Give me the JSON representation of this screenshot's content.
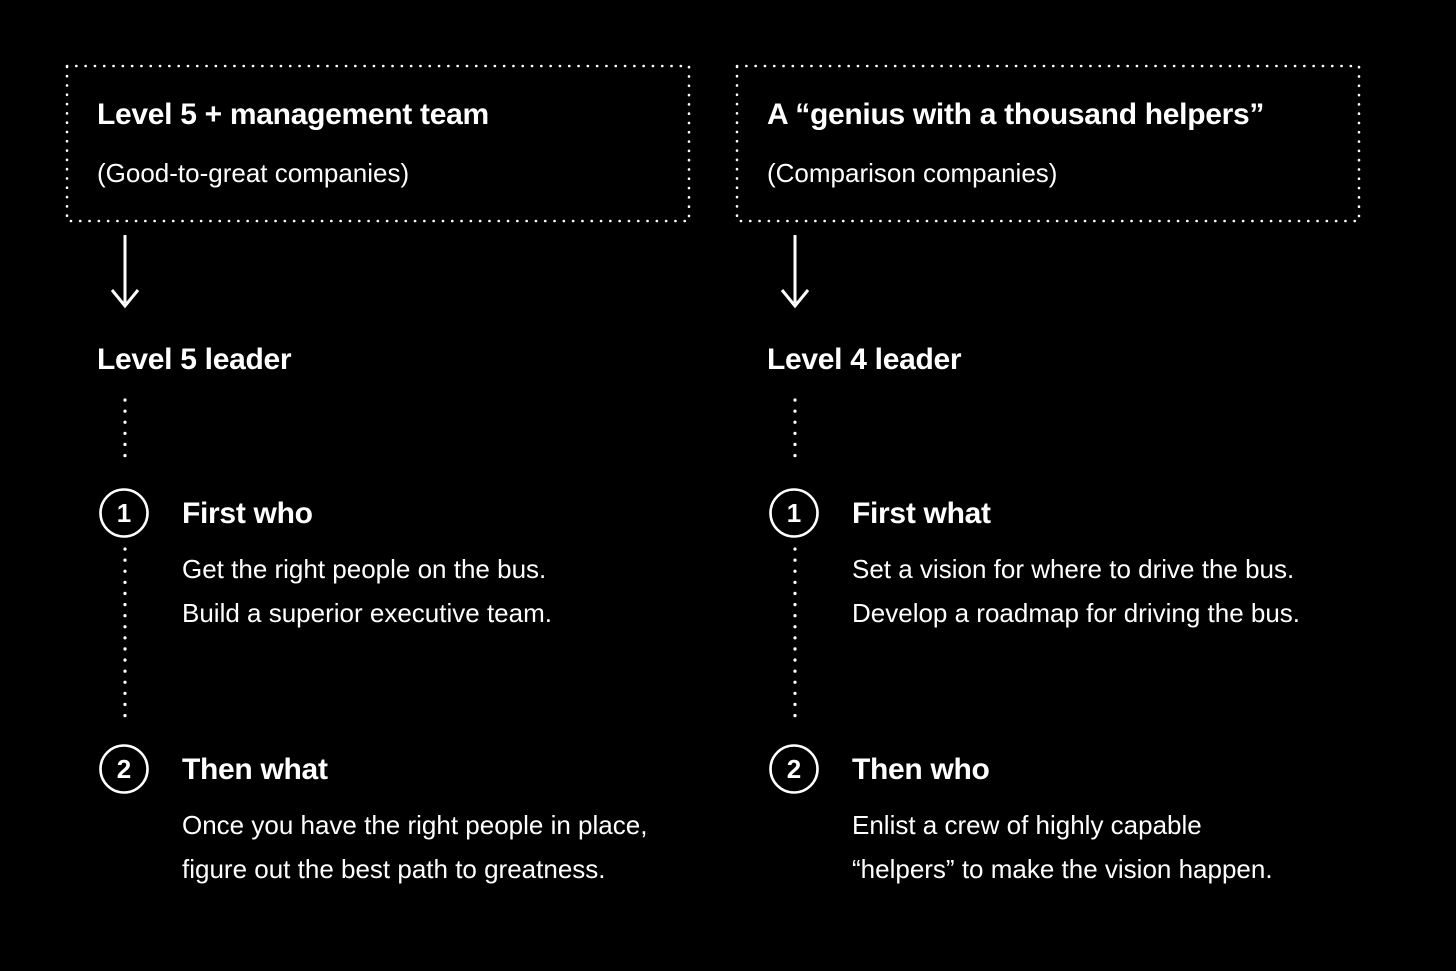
{
  "canvas": {
    "background_color": "#000000",
    "foreground_color": "#ffffff"
  },
  "columns": [
    {
      "id": "good-to-great",
      "box": {
        "title": "Level 5 + management team",
        "subtitle": "(Good-to-great companies)"
      },
      "leader": "Level 5 leader",
      "steps": [
        {
          "number": "1",
          "title": "First who",
          "lines": [
            "Get the right people on the bus.",
            "Build a superior executive team."
          ]
        },
        {
          "number": "2",
          "title": "Then what",
          "lines": [
            "Once you have the right people in place,",
            "figure out the best path to greatness."
          ]
        }
      ]
    },
    {
      "id": "comparison",
      "box": {
        "title": "A “genius with a thousand helpers”",
        "subtitle": "(Comparison companies)"
      },
      "leader": "Level 4 leader",
      "steps": [
        {
          "number": "1",
          "title": "First what",
          "lines": [
            "Set a vision for where to drive the bus.",
            "Develop a roadmap for driving the bus."
          ]
        },
        {
          "number": "2",
          "title": "Then who",
          "lines": [
            "Enlist a crew of highly capable",
            "“helpers” to make the vision happen."
          ]
        }
      ]
    }
  ]
}
